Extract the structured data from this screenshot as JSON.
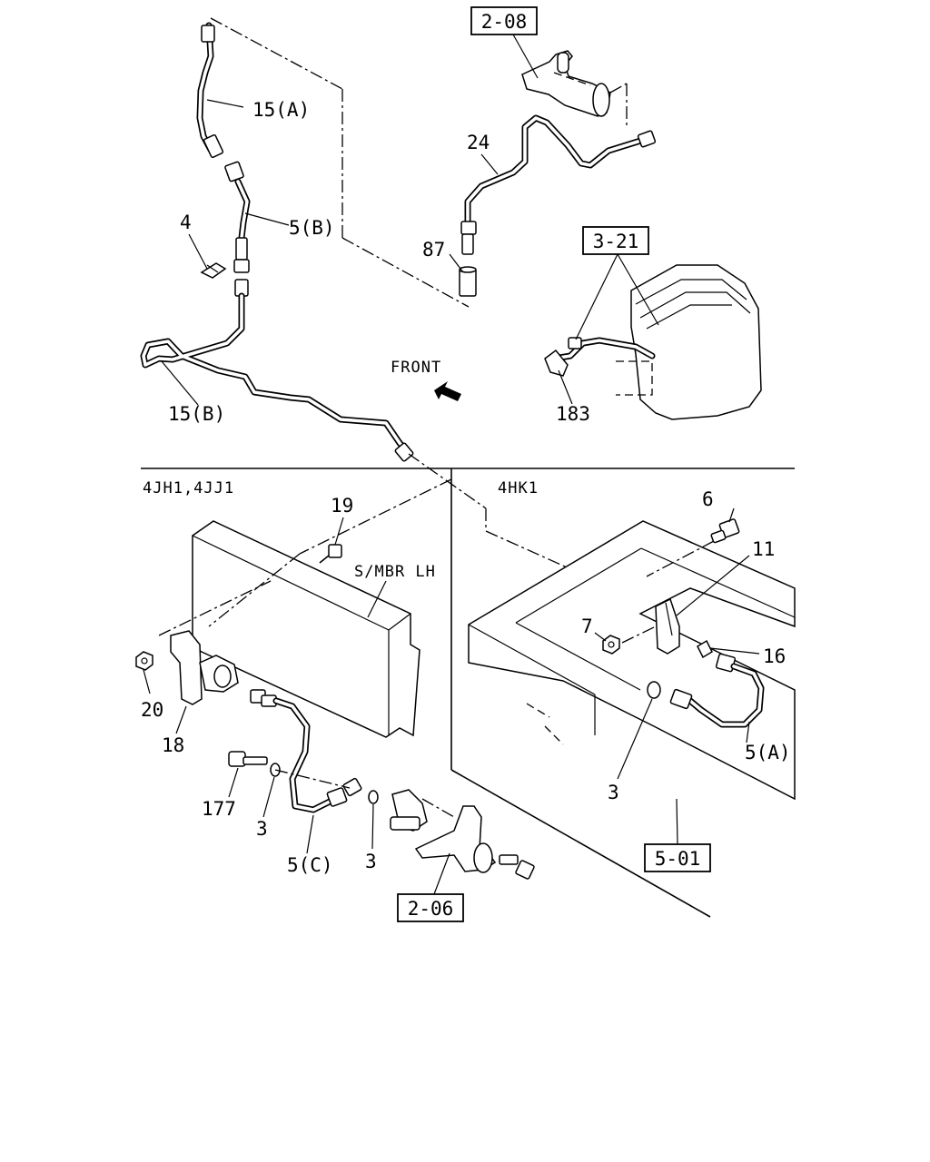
{
  "labels": {
    "ref_2_08": "2-08",
    "ref_3_21": "3-21",
    "ref_2_06": "2-06",
    "ref_5_01": "5-01",
    "p15A": "15(A)",
    "p5B": "5(B)",
    "p4": "4",
    "p24": "24",
    "p87": "87",
    "p15B": "15(B)",
    "front": "FRONT",
    "p183": "183",
    "engine_left": "4JH1,4JJ1",
    "engine_right": "4HK1",
    "p19": "19",
    "smbr": "S/MBR LH",
    "p6": "6",
    "p11": "11",
    "p7": "7",
    "p16": "16",
    "p20": "20",
    "p18": "18",
    "p5A": "5(A)",
    "p177": "177",
    "p3a": "3",
    "p5C": "5(C)",
    "p3b": "3",
    "p3c": "3"
  },
  "icons": {
    "front_arrow": "front-arrow-icon"
  }
}
